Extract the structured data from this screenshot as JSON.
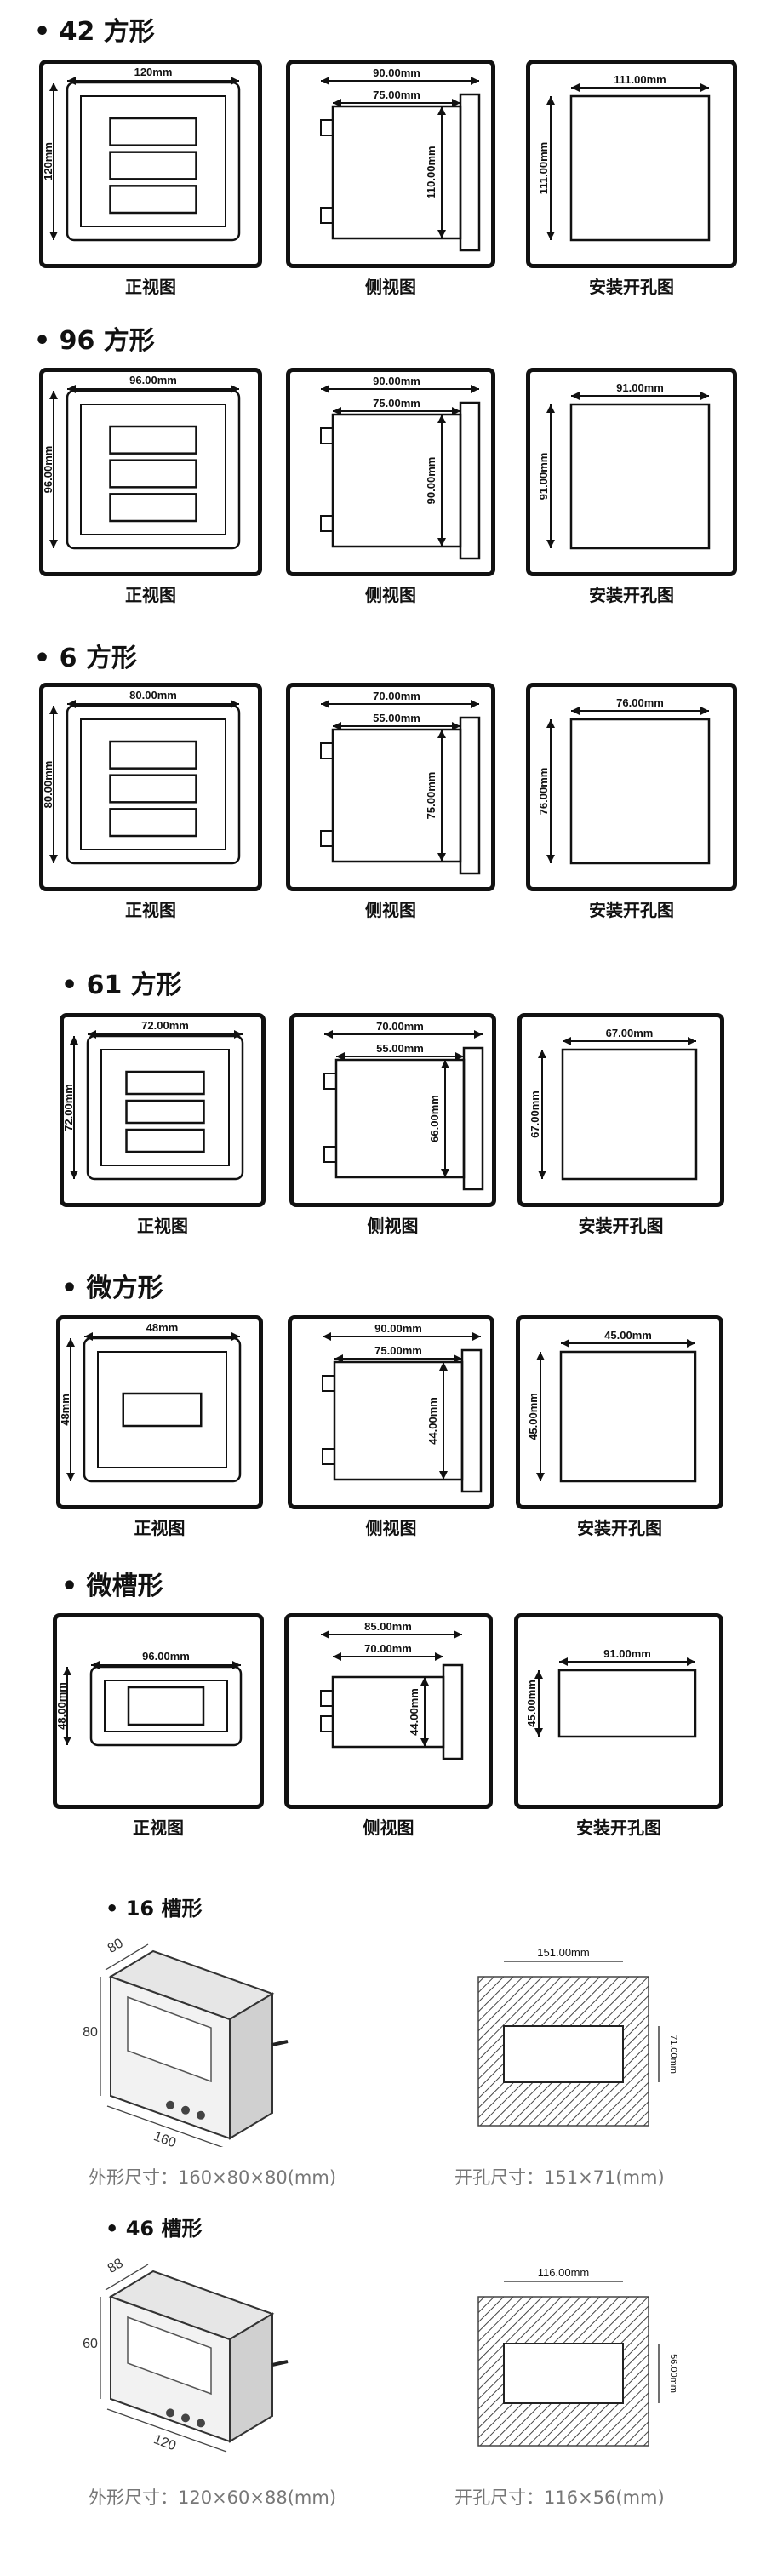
{
  "sections": [
    {
      "title": "• 42 方形",
      "front": {
        "w": "120mm",
        "h": "120mm",
        "boxes": 3
      },
      "side": {
        "d1": "90.00mm",
        "d2": "75.00mm",
        "h": "110.00mm"
      },
      "cut": {
        "w": "111.00mm",
        "h": "111.00mm"
      }
    },
    {
      "title": "• 96 方形",
      "front": {
        "w": "96.00mm",
        "h": "96.00mm",
        "boxes": 3
      },
      "side": {
        "d1": "90.00mm",
        "d2": "75.00mm",
        "h": "90.00mm"
      },
      "cut": {
        "w": "91.00mm",
        "h": "91.00mm"
      }
    },
    {
      "title": "• 6 方形",
      "front": {
        "w": "80.00mm",
        "h": "80.00mm",
        "boxes": 3
      },
      "side": {
        "d1": "70.00mm",
        "d2": "55.00mm",
        "h": "75.00mm"
      },
      "cut": {
        "w": "76.00mm",
        "h": "76.00mm"
      }
    },
    {
      "title": "• 61 方形",
      "front": {
        "w": "72.00mm",
        "h": "72.00mm",
        "boxes": 3
      },
      "side": {
        "d1": "70.00mm",
        "d2": "55.00mm",
        "h": "66.00mm"
      },
      "cut": {
        "w": "67.00mm",
        "h": "67.00mm"
      }
    },
    {
      "title": "• 微方形",
      "front": {
        "w": "48mm",
        "h": "48mm",
        "boxes": 1
      },
      "side": {
        "d1": "90.00mm",
        "d2": "75.00mm",
        "h": "44.00mm"
      },
      "cut": {
        "w": "45.00mm",
        "h": "45.00mm"
      }
    },
    {
      "title": "• 微槽形",
      "front": {
        "w": "96.00mm",
        "h": "48.00mm",
        "boxes": 1
      },
      "side": {
        "d1": "85.00mm",
        "d2": "70.00mm",
        "h": "44.00mm"
      },
      "cut": {
        "w": "91.00mm",
        "h": "45.00mm"
      }
    }
  ],
  "captions": {
    "front": "正视图",
    "side": "侧视图",
    "cut": "安装开孔图"
  },
  "slot16": {
    "title": "• 16 槽形",
    "dims": {
      "depth": "80",
      "height": "80",
      "width": "160"
    },
    "cut_w": "151.00mm",
    "cut_h": "71.00mm",
    "spec_outer": "外形尺寸：160×80×80(mm)",
    "spec_cut": "开孔尺寸：151×71(mm)"
  },
  "slot46": {
    "title": "• 46 槽形",
    "dims": {
      "depth": "88",
      "height": "60",
      "width": "120"
    },
    "cut_w": "116.00mm",
    "cut_h": "56.00mm",
    "spec_outer": "外形尺寸：120×60×88(mm)",
    "spec_cut": "开孔尺寸：116×56(mm)"
  }
}
